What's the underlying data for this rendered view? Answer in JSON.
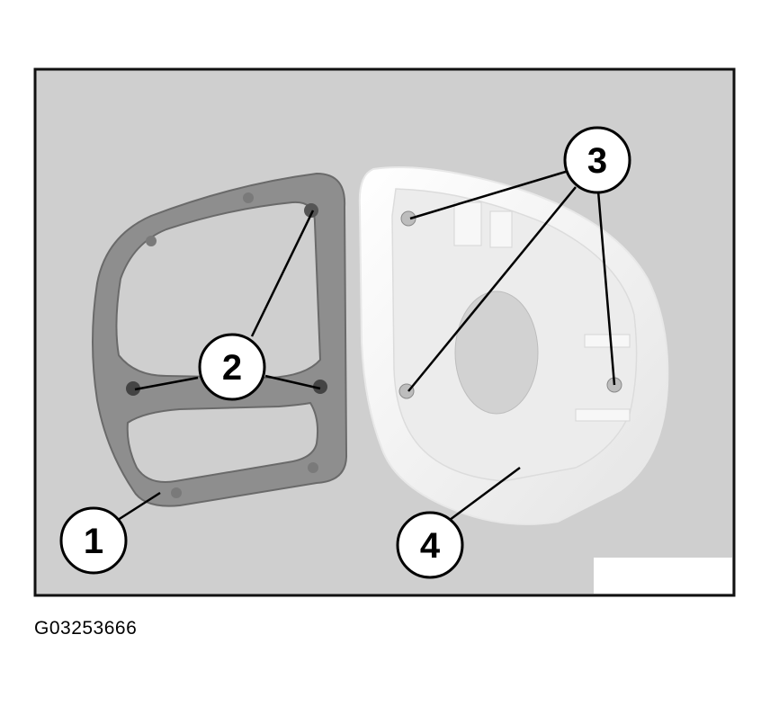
{
  "figure": {
    "id": "G03253666",
    "callouts": [
      {
        "number": "1",
        "part": "gasket"
      },
      {
        "number": "2",
        "part": "gasket mounting holes"
      },
      {
        "number": "3",
        "part": "housing mounting studs"
      },
      {
        "number": "4",
        "part": "housing"
      }
    ]
  },
  "colors": {
    "background": "#cfcfcf",
    "frame": "#111111",
    "gasket": "#8e8e8e",
    "housing": "#f3f3f3",
    "callout_fill": "#ffffff",
    "leader": "#000000"
  }
}
